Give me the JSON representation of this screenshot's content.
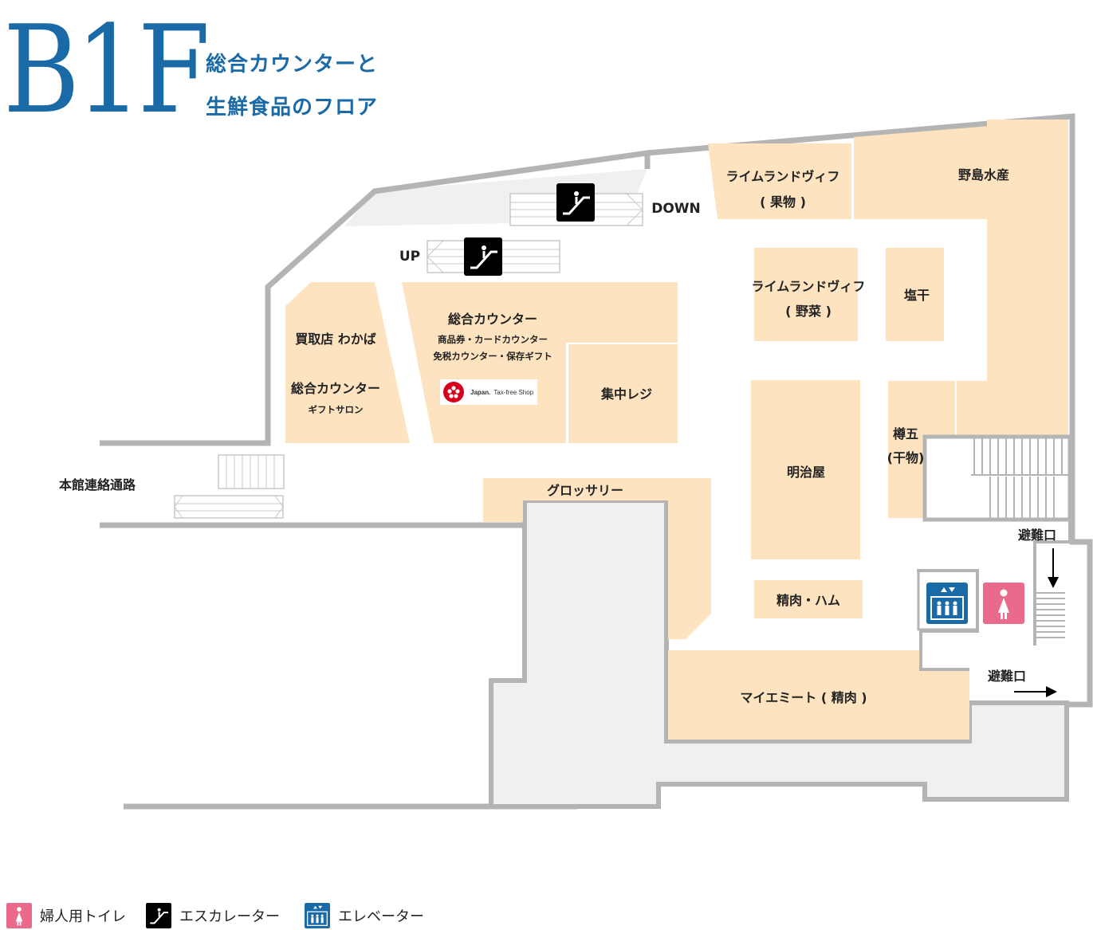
{
  "header": {
    "floor_code": "B1F",
    "title_line1": "総合カウンターと",
    "title_line2": "生鮮食品のフロア"
  },
  "colors": {
    "shop": "#fde3bf",
    "wall": "#b4b4b4",
    "corridor": "#f0f0f0",
    "brand": "#1a6aa8",
    "elevator": "#1a6aa8",
    "toilet": "#ea6a8c",
    "escalator": "#000000"
  },
  "shops": {
    "lime_fruit_1": "ライムランドヴィフ",
    "lime_fruit_2": "( 果物 )",
    "nojima": "野島水産",
    "lime_veg_1": "ライムランドヴィフ",
    "lime_veg_2": "( 野菜 )",
    "shiohoshi": "塩干",
    "kaitori": "買取店 わかば",
    "gift_counter": "総合カウンター",
    "gift_salon": "ギフトサロン",
    "main_counter": "総合カウンター",
    "main_counter_sub1": "商品券・カードカウンター",
    "main_counter_sub2": "免税カウンター・保存ギフト",
    "register": "集中レジ",
    "taruhachi_1": "樽五",
    "taruhachi_2": "(干物)",
    "meijiya": "明治屋",
    "grocery": "グロッサリー",
    "seiniku": "精肉・ハム",
    "myemeat": "マイエミート ( 精肉 )"
  },
  "taxfree": {
    "brand": "Japan.",
    "text": "Tax-free Shop"
  },
  "labels": {
    "down": "DOWN",
    "up": "UP",
    "connector": "本館連絡通路",
    "exit_1": "避難口",
    "exit_2": "避難口"
  },
  "legend": {
    "toilet": "婦人用トイレ",
    "escalator": "エスカレーター",
    "elevator": "エレベーター"
  }
}
